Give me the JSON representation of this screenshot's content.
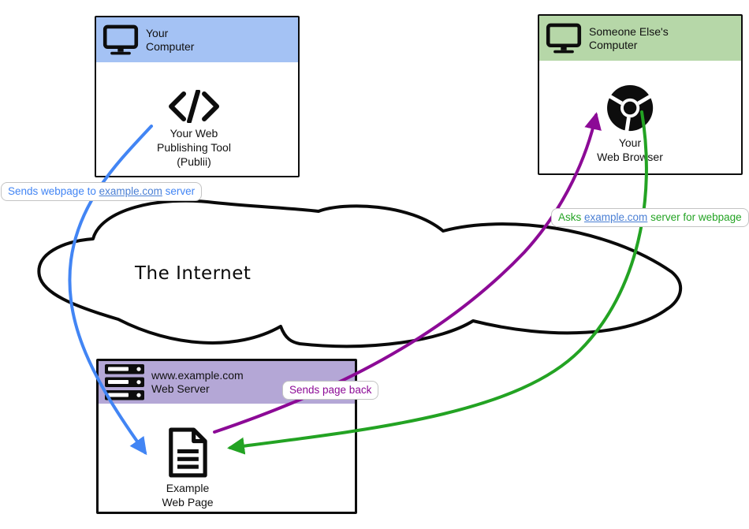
{
  "cloud": {
    "label": "The Internet"
  },
  "boxes": {
    "your_computer": {
      "title": "Your\nComputer",
      "header_color": "#a4c2f4",
      "icon": "monitor-icon",
      "content": {
        "icon": "code-icon",
        "caption": "Your Web\nPublishing Tool\n(Publii)"
      }
    },
    "someone_elses_computer": {
      "title": "Someone Else's\nComputer",
      "header_color": "#b6d7a8",
      "icon": "monitor-icon",
      "content": {
        "icon": "chrome-browser-icon",
        "caption": "Your\nWeb Browser"
      }
    },
    "web_server": {
      "title": "www.example.com\nWeb Server",
      "header_color": "#b4a7d6",
      "icon": "server-icon",
      "content": {
        "icon": "document-icon",
        "caption": "Example\nWeb Page"
      }
    }
  },
  "arrows": {
    "publish": {
      "color": "#4285f4",
      "label": {
        "prefix": "Sends webpage to ",
        "link": "example.com",
        "suffix": " server"
      }
    },
    "request": {
      "color": "#23a323",
      "label": {
        "prefix": "Asks ",
        "link": "example.com",
        "suffix": " server for webpage"
      }
    },
    "response": {
      "color": "#8c0a96",
      "label": {
        "text": "Sends page back"
      }
    }
  }
}
